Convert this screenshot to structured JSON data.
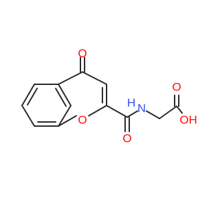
{
  "molecule": {
    "atom_labels": {
      "carbonyl_oxygen_top": "O",
      "ring_oxygen": "O",
      "amide_oxygen": "O",
      "amide_nitrogen": "N",
      "amide_hydrogen": "H",
      "acid_oxygen_top": "O",
      "hydroxyl": "OH"
    },
    "colors": {
      "bond": "#2b2b2b",
      "oxygen": "#ff0d0d",
      "nitrogen": "#3050f8"
    }
  }
}
